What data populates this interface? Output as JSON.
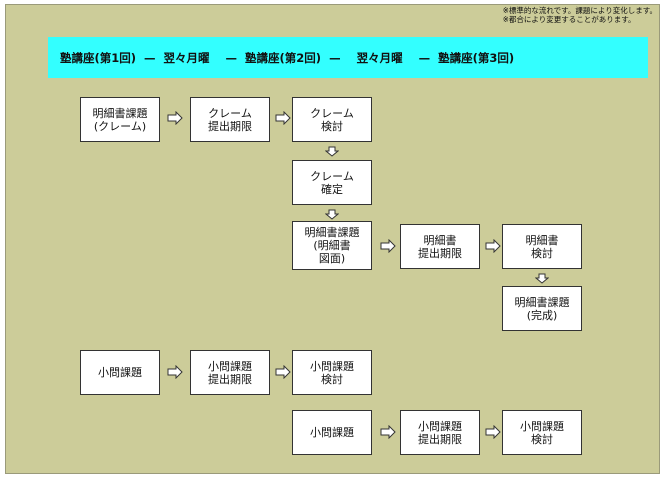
{
  "notes": {
    "line1": "※標準的な流れです。課題により変化します。",
    "line2": "※都合により変更することがあります。"
  },
  "banner": {
    "text": "塾講座(第1回)  —  翌々月曜    —  塾講座(第2回)  —    翌々月曜    —  塾講座(第3回)"
  },
  "boxes": {
    "b1": "明細書課題\n(クレーム)",
    "b2": "クレーム\n提出期限",
    "b3": "クレーム\n検討",
    "b4": "クレーム\n確定",
    "b5": "明細書課題\n(明細書\n図面)",
    "b6": "明細書\n提出期限",
    "b7": "明細書\n検討",
    "b8": "明細書課題\n(完成)",
    "b9": "小問課題",
    "b10": "小問課題\n提出期限",
    "b11": "小問課題\n検討",
    "b12": "小問課題",
    "b13": "小問課題\n提出期限",
    "b14": "小問課題\n検討"
  }
}
